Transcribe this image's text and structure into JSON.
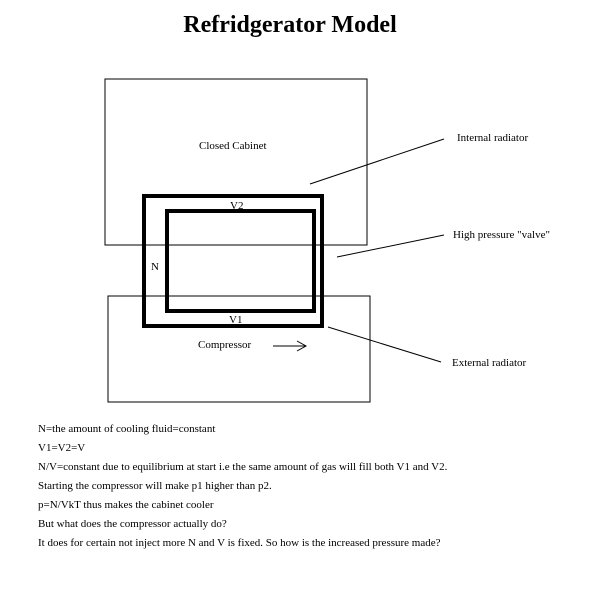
{
  "title": "Refridgerator Model",
  "diagram": {
    "cabinet_label": "Closed Cabinet",
    "compressor_label": "Compressor",
    "v2_label": "V2",
    "v1_label": "V1",
    "n_label": "N",
    "internal_radiator": "Internal radiator",
    "high_pressure_valve": "High pressure \"valve\"",
    "external_radiator": "External radiator",
    "arrow": "→"
  },
  "notes": [
    "N=the amount of cooling fluid=constant",
    "V1=V2=V",
    "N/V=constant due to equilibrium at start i.e the same amount of gas will fill both V1 and V2.",
    "Starting the compressor will make p1 higher than p2.",
    "p=N/VkT thus makes the cabinet cooler",
    "But what does the compressor actually do?",
    "It does for certain not inject more N and V is fixed. So how is the increased pressure made?"
  ]
}
